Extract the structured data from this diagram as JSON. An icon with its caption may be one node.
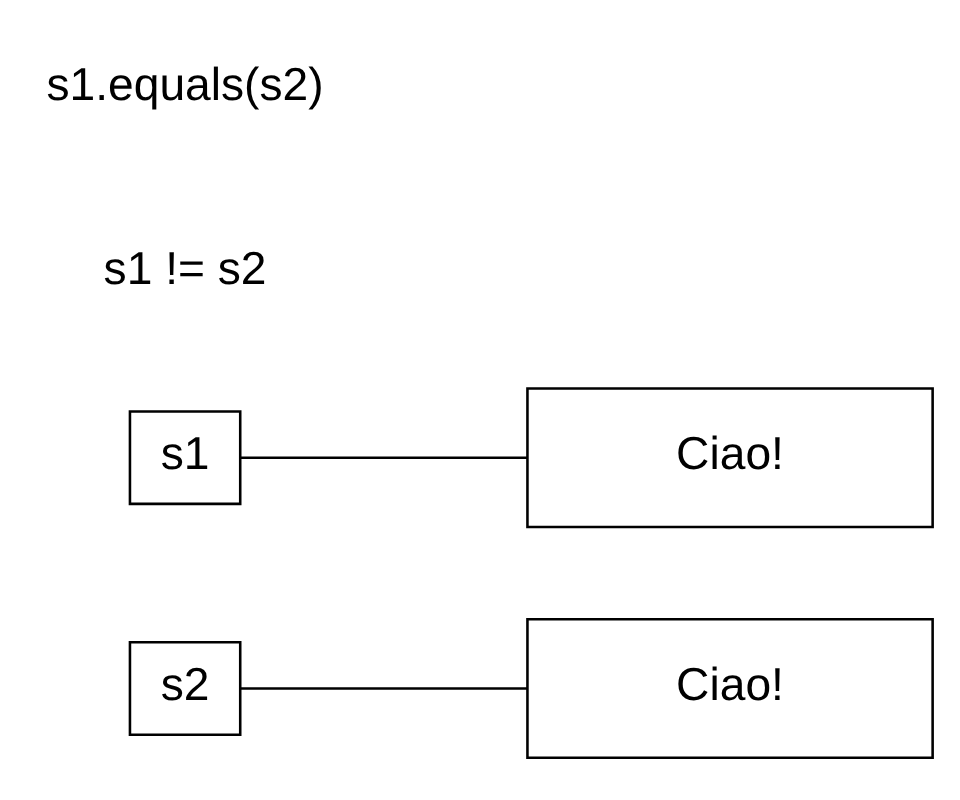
{
  "diagram": {
    "nodes": [
      {
        "text": [
          "Ciao!"
        ]
      },
      {
        "text": [
          "s2"
        ]
      },
      {
        "text": [
          "Ciao!"
        ]
      },
      {
        "text": [
          "s1"
        ]
      }
    ],
    "edges": [
      {
        "from": 1,
        "to": 0,
        "arrow": "none"
      },
      {
        "from": 3,
        "to": 2,
        "arrow": "none"
      }
    ],
    "labels": [
      "s1 != s2",
      "s1.equals(s2)"
    ]
  }
}
